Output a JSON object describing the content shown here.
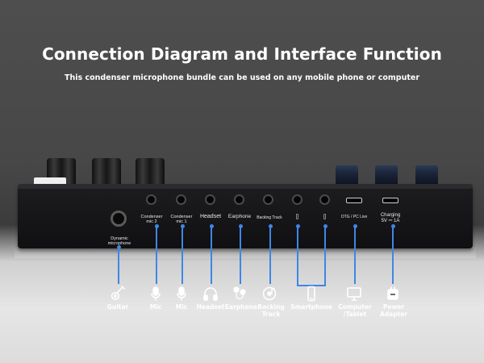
{
  "header": {
    "title": "Connection Diagram and Interface Function",
    "subtitle": "This condenser microphone bundle can be used on any mobile phone or computer"
  },
  "ports": {
    "dynamic_mic": "Dynamic\nmicrophone",
    "condenser_mic_2": "Condenser\nmic 2",
    "condenser_mic_1": "Condenser\nmic 1",
    "headset": "Headset",
    "earphone": "Earphone",
    "backing_track": "Backing Track",
    "otg": "OTG / PC Live",
    "charging": "Charging\n5V ⎓ 1A"
  },
  "devices": [
    {
      "label": "Guitar",
      "icon": "guitar-icon"
    },
    {
      "label": "Mic",
      "icon": "microphone-icon"
    },
    {
      "label": "Mic",
      "icon": "microphone-icon"
    },
    {
      "label": "Headset",
      "icon": "headphones-icon"
    },
    {
      "label": "Earphone",
      "icon": "earphones-icon"
    },
    {
      "label": "Backing\nTrack",
      "icon": "music-disc-icon"
    },
    {
      "label": "Smartphone",
      "icon": "smartphone-icon"
    },
    {
      "label": "Computer\n/Tablet",
      "icon": "monitor-icon"
    },
    {
      "label": "Power\nAdapter",
      "icon": "power-adapter-icon"
    }
  ],
  "colors": {
    "accent": "#3f86e6",
    "text": "#ffffff",
    "background": "#474747"
  }
}
